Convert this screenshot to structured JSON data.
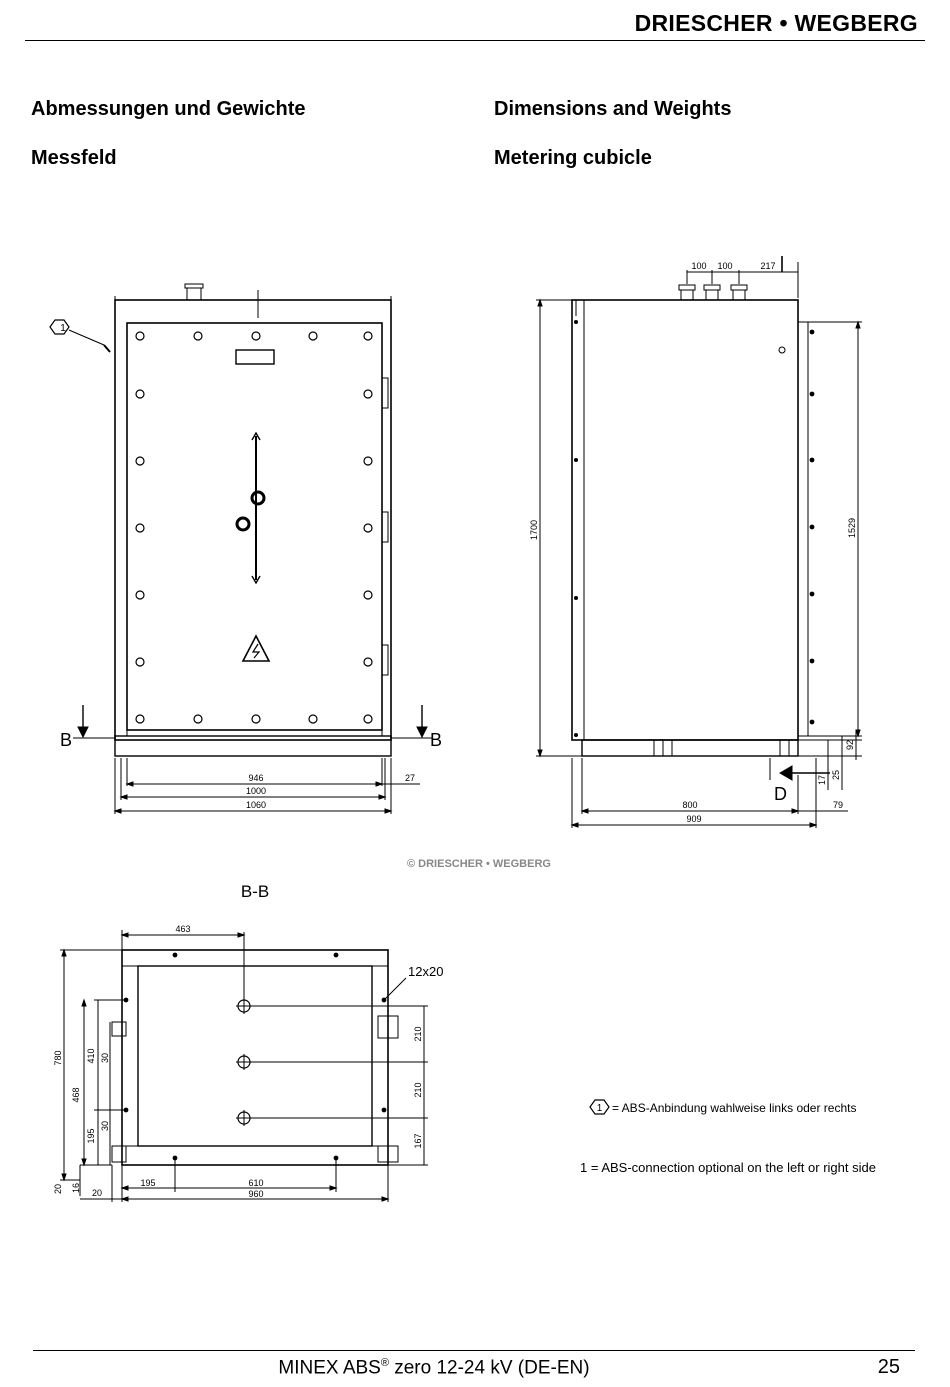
{
  "header": {
    "brand": "DRIESCHER • WEGBERG"
  },
  "headings": {
    "title_de": "Abmessungen und Gewichte",
    "title_en": "Dimensions and Weights",
    "subtitle_de": "Messfeld",
    "subtitle_en": "Metering cubicle"
  },
  "drawing_front": {
    "callout": "1",
    "section_mark": "B",
    "dims": {
      "d946": "946",
      "d1000": "1000",
      "d1060": "1060",
      "d27": "27"
    }
  },
  "drawing_side": {
    "view_mark": "D",
    "dims": {
      "d100a": "100",
      "d100b": "100",
      "d217": "217",
      "d1700": "1700",
      "d1529": "1529",
      "d92": "92",
      "d25": "25",
      "d17": "17",
      "d800": "800",
      "d909": "909",
      "d79": "79"
    }
  },
  "copyright": "© DRIESCHER • WEGBERG",
  "drawing_section": {
    "title": "B-B",
    "hole": "12x20",
    "dims": {
      "d463": "463",
      "d780": "780",
      "d468": "468",
      "d410": "410",
      "d30a": "30",
      "d195v": "195",
      "d30b": "30",
      "d20v": "20",
      "d16": "16",
      "d20h": "20",
      "d195h": "195",
      "d610": "610",
      "d960": "960",
      "d210a": "210",
      "d210b": "210",
      "d167": "167"
    }
  },
  "legend": {
    "callout": "1",
    "note_de": "= ABS-Anbindung wahlweise links oder rechts",
    "note_en": "1 = ABS-connection optional on the left or right side"
  },
  "footer": {
    "title": "MINEX ABS",
    "reg": "®",
    "title_rest": " zero 12-24 kV (DE-EN)",
    "page": "25"
  }
}
